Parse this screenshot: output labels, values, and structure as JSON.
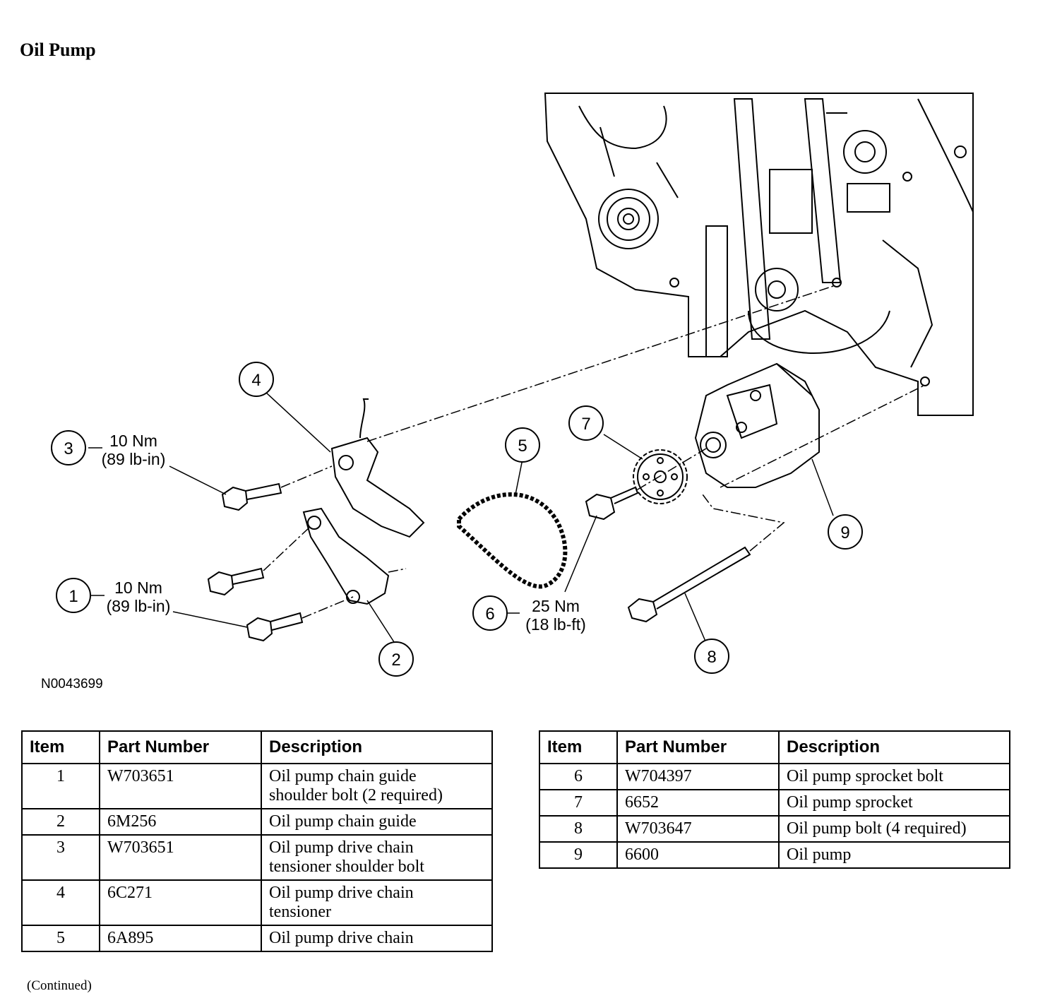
{
  "page_title": "Oil Pump",
  "figure_id": "N0043699",
  "callouts": [
    {
      "num": "1",
      "torque": "10 Nm",
      "torque_alt": "(89 lb-in)"
    },
    {
      "num": "2"
    },
    {
      "num": "3",
      "torque": "10 Nm",
      "torque_alt": "(89 lb-in)"
    },
    {
      "num": "4"
    },
    {
      "num": "5"
    },
    {
      "num": "6",
      "torque": "25 Nm",
      "torque_alt": "(18 lb-ft)"
    },
    {
      "num": "7"
    },
    {
      "num": "8"
    },
    {
      "num": "9"
    }
  ],
  "table_headers": {
    "item": "Item",
    "part_number": "Part Number",
    "description": "Description"
  },
  "parts_left": [
    {
      "item": "1",
      "part": "W703651",
      "desc1": "Oil pump chain guide",
      "desc2": "shoulder bolt (2 required)"
    },
    {
      "item": "2",
      "part": "6M256",
      "desc1": "Oil pump chain guide",
      "desc2": ""
    },
    {
      "item": "3",
      "part": "W703651",
      "desc1": "Oil pump drive chain",
      "desc2": "tensioner shoulder bolt"
    },
    {
      "item": "4",
      "part": "6C271",
      "desc1": "Oil pump drive chain",
      "desc2": "tensioner"
    },
    {
      "item": "5",
      "part": "6A895",
      "desc1": "Oil pump drive chain",
      "desc2": ""
    }
  ],
  "parts_right": [
    {
      "item": "6",
      "part": "W704397",
      "desc1": "Oil pump sprocket bolt"
    },
    {
      "item": "7",
      "part": "6652",
      "desc1": "Oil pump sprocket"
    },
    {
      "item": "8",
      "part": "W703647",
      "desc1": "Oil pump bolt (4 required)"
    },
    {
      "item": "9",
      "part": "6600",
      "desc1": "Oil pump"
    }
  ],
  "continued": "(Continued)"
}
